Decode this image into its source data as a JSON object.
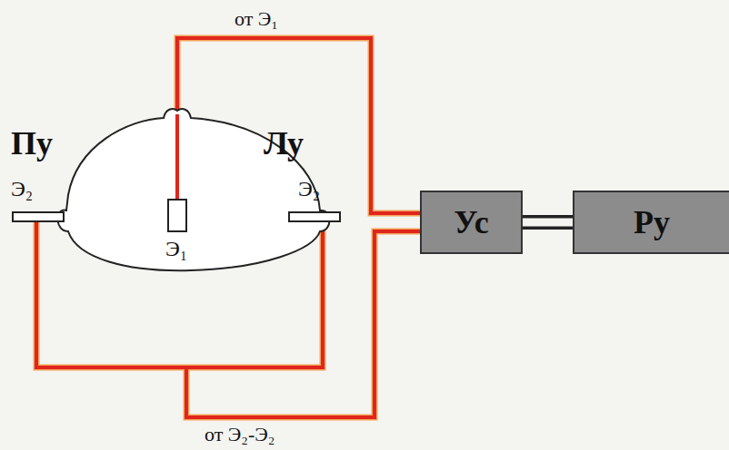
{
  "diagram": {
    "nodes": [
      {
        "text": [
          "Ус"
        ]
      },
      {
        "text": [
          "Ру"
        ]
      }
    ],
    "edges": [
      {
        "from": 0,
        "to": 1,
        "arrow": "none"
      }
    ],
    "labels": [
      "от Э₁",
      "Пу",
      "Лу",
      "Э₂",
      "Э₂",
      "Э₁",
      "от Э₂-Э₂"
    ]
  }
}
